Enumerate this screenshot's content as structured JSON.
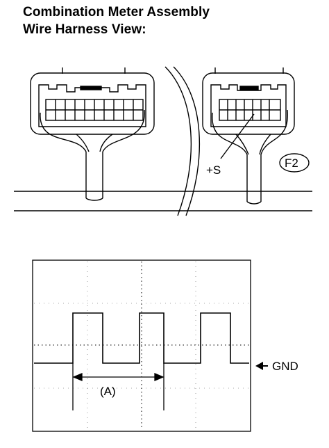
{
  "title": {
    "line1": "Combination Meter Assembly",
    "line2": "Wire Harness View:"
  },
  "connector": {
    "code": "F2",
    "terminal_label": "+S"
  },
  "waveform": {
    "ground_label": "GND",
    "period_label": "(A)"
  }
}
